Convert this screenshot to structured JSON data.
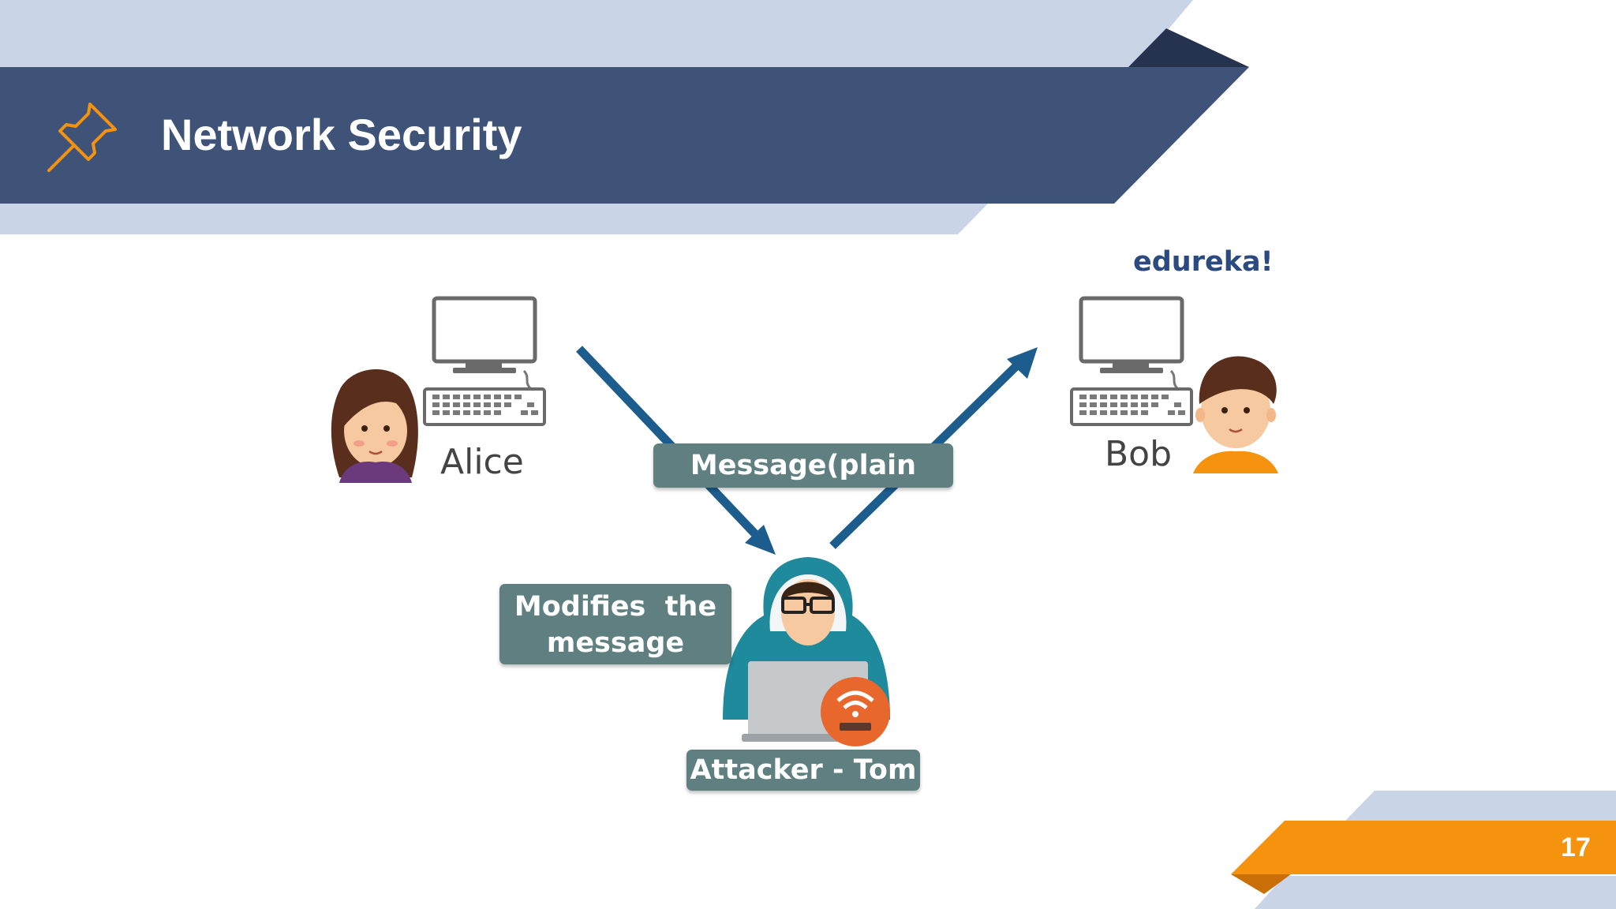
{
  "slide": {
    "title": "Network Security",
    "page_number": "17",
    "logo_text": "edureka!"
  },
  "diagram": {
    "sender": "Alice",
    "receiver": "Bob",
    "message_label": "Message(plain text)",
    "attacker_action_line1": "Modifies  the",
    "attacker_action_line2": "message",
    "attacker_label": "Attacker - Tom"
  },
  "colors": {
    "header_band": "#3f5278",
    "header_light": "#c9d4e6",
    "accent_orange": "#f6930e",
    "arrow_blue": "#1c5d8e",
    "label_box": "#5f7f80",
    "logo_blue": "#2a4a80"
  },
  "icons": [
    "pushpin-icon",
    "computer-icon",
    "keyboard-icon",
    "alice-avatar",
    "bob-avatar",
    "hacker-icon",
    "wifi-router-icon"
  ]
}
